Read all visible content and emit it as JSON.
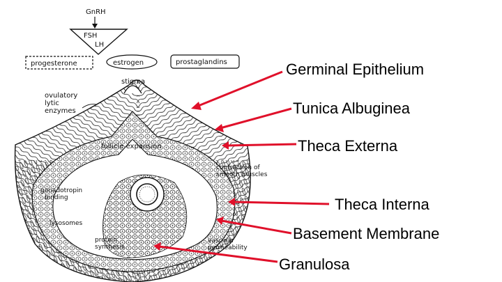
{
  "hormones": {
    "gnrh": "GnRH",
    "fsh": "FSH",
    "lh": "LH",
    "progesterone": "progesterone",
    "estrogen": "estrogen",
    "prostaglandins": "prostaglandins"
  },
  "annotations": {
    "stigma": "stigma",
    "ovulatory": "ovulatory",
    "lytic": "lytic",
    "enzymes": "enzymes",
    "follicle_expansion": "follicle expansion",
    "contraction_1": "contraction of",
    "contraction_2": "smooth muscles",
    "gonadotropin": "gonadotropin",
    "binding": "binding",
    "lysosomes": "lysosomes",
    "protein": "protein",
    "synthesis": "synthesis",
    "vascular": "vascular",
    "permeability": "permeability"
  },
  "labels": {
    "germinal_epithelium": "Germinal Epithelium",
    "tunica_albuginea": "Tunica Albuginea",
    "theca_externa": "Theca Externa",
    "theca_interna": "Theca Interna",
    "basement_membrane": "Basement Membrane",
    "granulosa": "Granulosa"
  },
  "colors": {
    "arrow": "#e0102a",
    "ink": "#111111"
  }
}
